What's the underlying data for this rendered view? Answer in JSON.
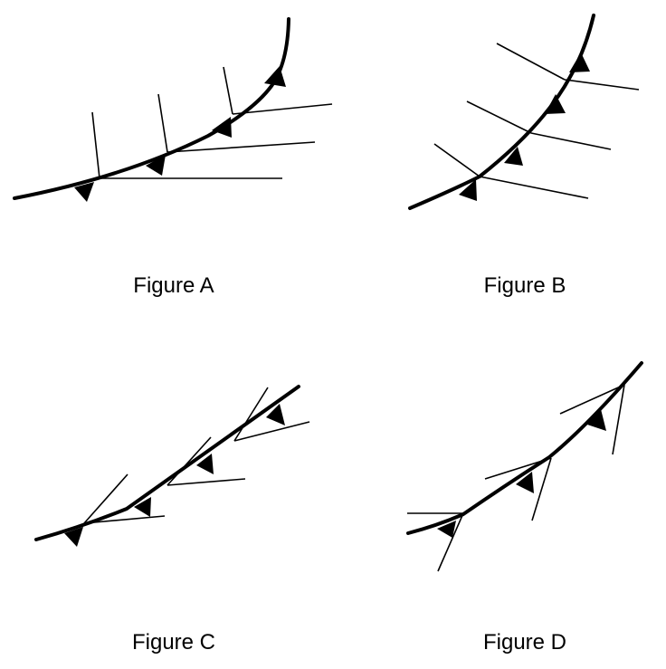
{
  "figures": [
    {
      "label": "Figure A"
    },
    {
      "label": "Figure B"
    },
    {
      "label": "Figure C"
    },
    {
      "label": "Figure D"
    }
  ],
  "colors": {
    "stroke": "#000000",
    "background": "#ffffff"
  }
}
